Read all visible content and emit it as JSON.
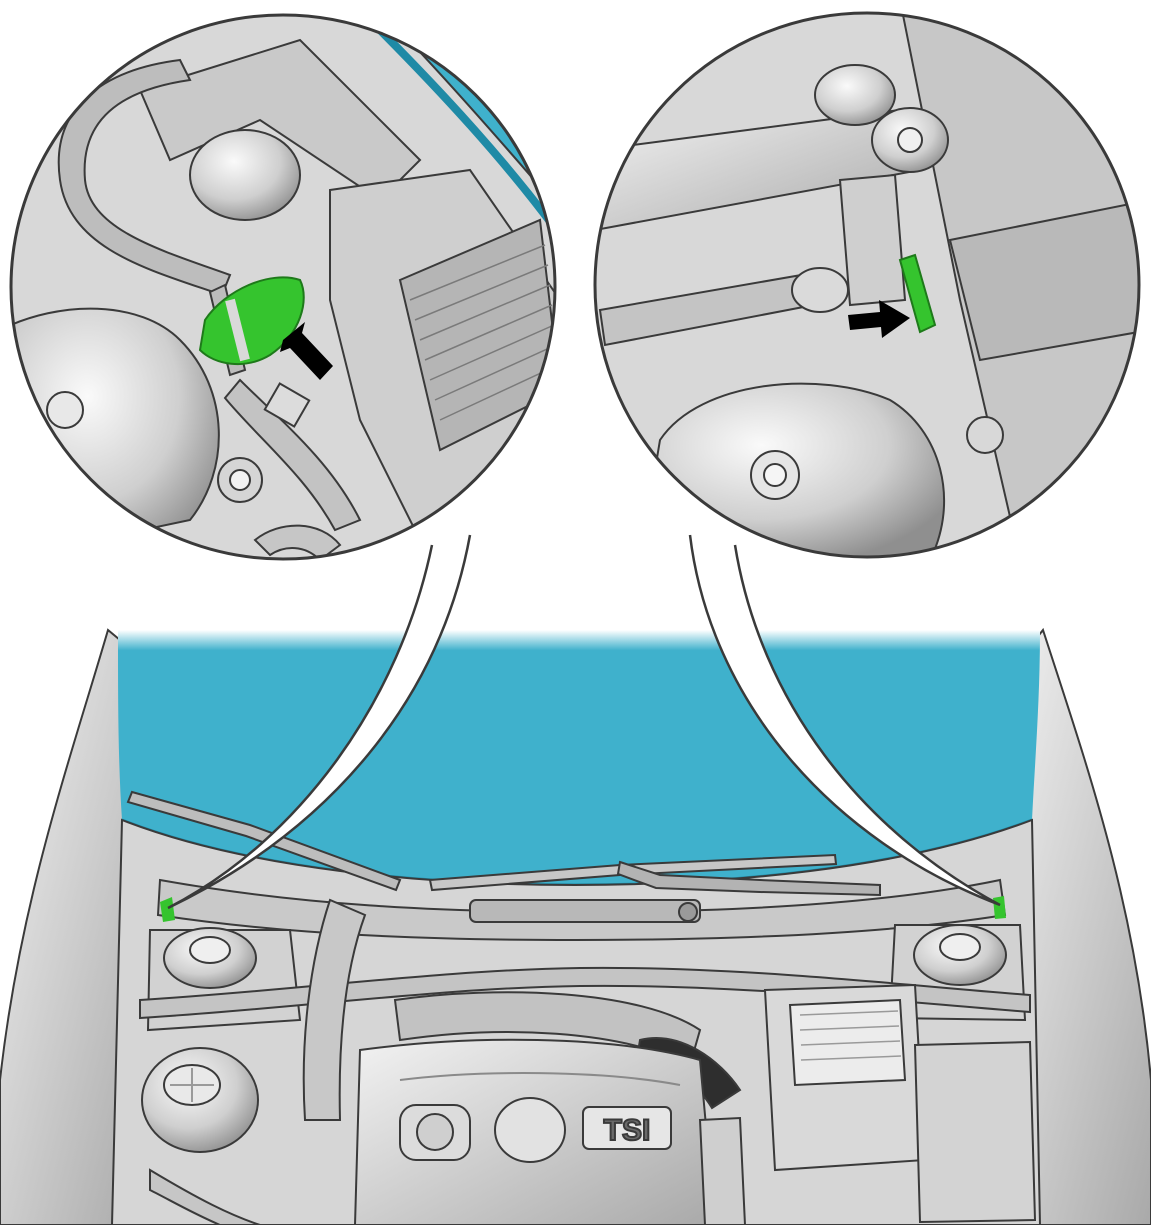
{
  "diagram": {
    "engine_badge": "TSI",
    "colors": {
      "hood_blue": "#3fb1cc",
      "hood_blue_dark": "#1f8aa6",
      "highlight_green": "#35c42e",
      "arrow_black": "#000000",
      "metal_light": "#e4e4e4",
      "metal_mid": "#bdbdbd",
      "metal_dark": "#8a8a8a",
      "outline": "#3a3a3a"
    },
    "callouts": [
      {
        "id": "left-detail",
        "content": "water-drain-clip-highlight",
        "pointer": "arrow-up-left"
      },
      {
        "id": "right-detail",
        "content": "water-drain-clip-highlight",
        "pointer": "arrow-right"
      }
    ]
  }
}
